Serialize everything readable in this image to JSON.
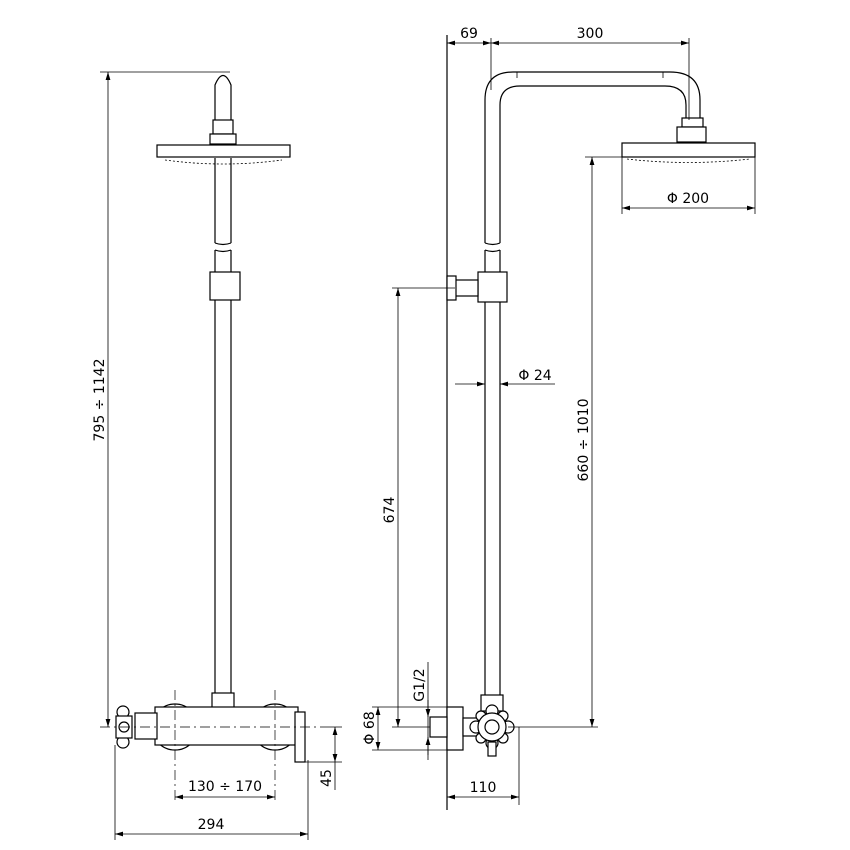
{
  "dimensions": {
    "overall_height": "795 ÷ 1142",
    "valve_centers": "130 ÷ 170",
    "overall_width": "294",
    "outlet_drop": "45",
    "wall_offset": "69",
    "arm_reach": "300",
    "head_diameter": "Φ 200",
    "pipe_diameter": "Φ 24",
    "head_height": "660 ÷ 1010",
    "bracket_height": "674",
    "thread": "G1/2",
    "flange_diameter": "Φ 68",
    "mixer_projection": "110"
  }
}
